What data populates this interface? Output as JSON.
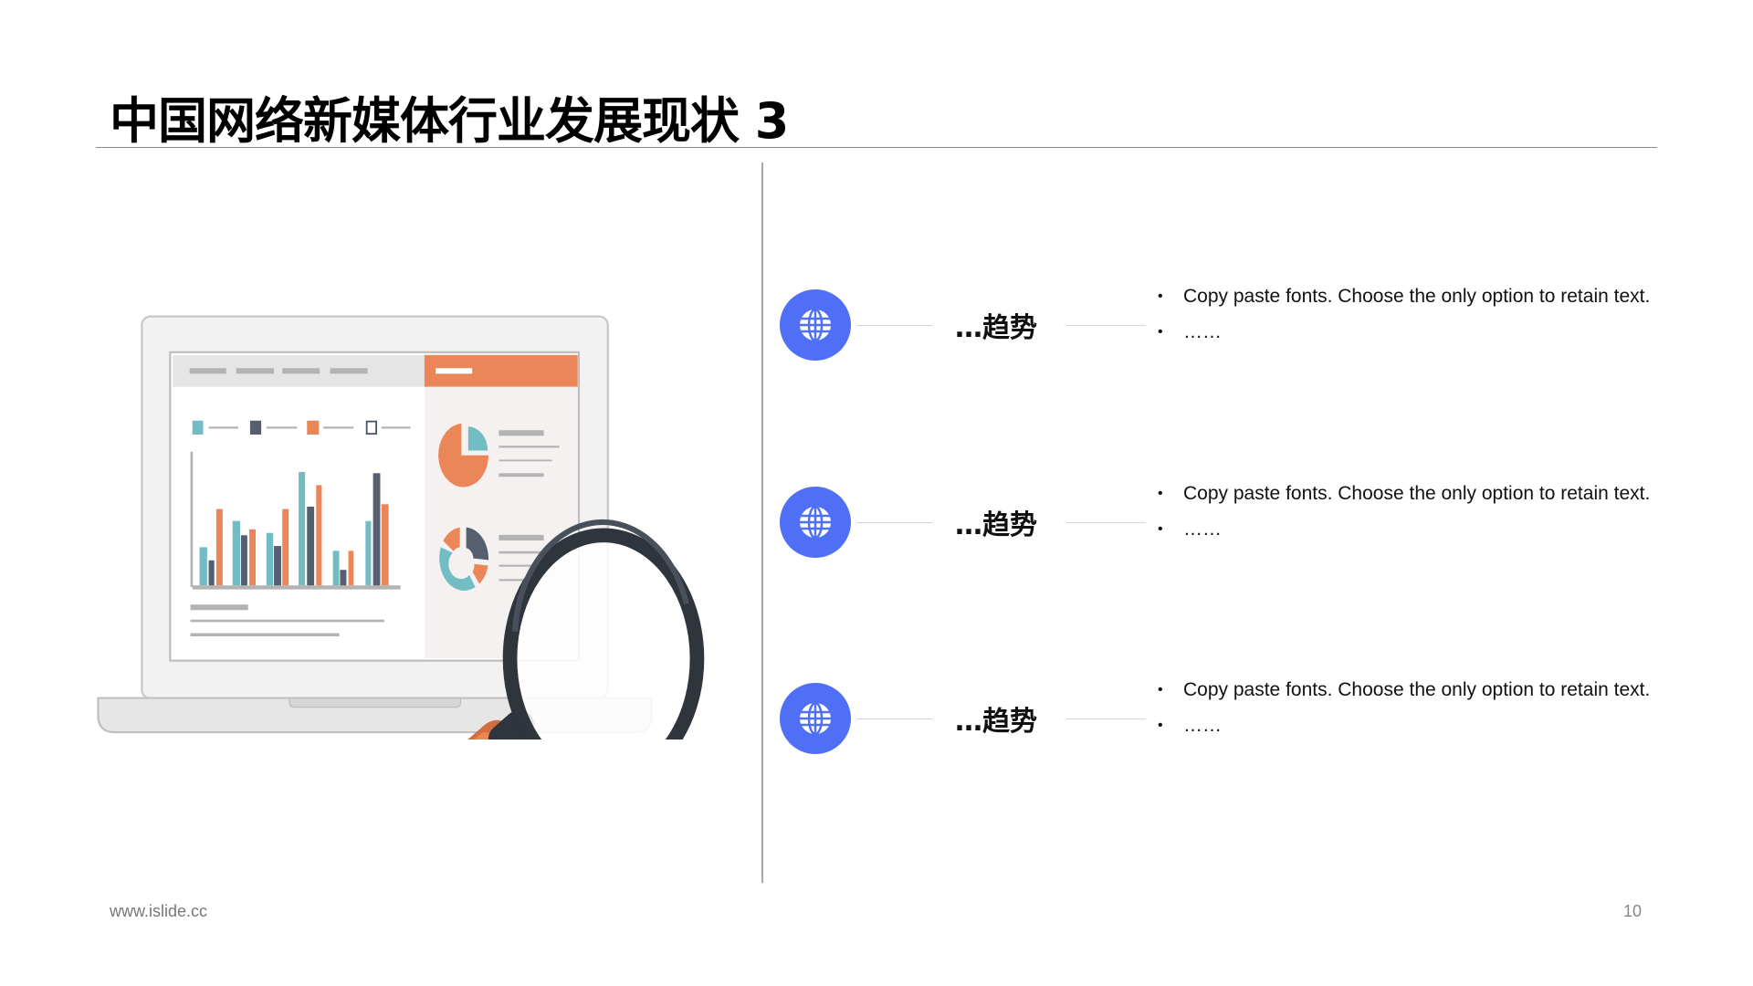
{
  "title": "中国网络新媒体行业发展现状 3",
  "trends": [
    {
      "icon": "globe-icon",
      "label": "…趋势",
      "bullets": [
        "Copy paste fonts. Choose the only option to retain text.",
        "……"
      ]
    },
    {
      "icon": "globe-icon",
      "label": "…趋势",
      "bullets": [
        "Copy paste fonts. Choose the only option to retain text.",
        "……"
      ]
    },
    {
      "icon": "globe-icon",
      "label": "…趋势",
      "bullets": [
        "Copy paste fonts. Choose the only option to retain text.",
        "……"
      ]
    }
  ],
  "footer": {
    "url": "www.islide.cc",
    "page": "10"
  },
  "colors": {
    "accent_blue": "#4e6ff6",
    "orange": "#eb8659",
    "teal": "#72bcc4",
    "slate": "#555f70"
  }
}
